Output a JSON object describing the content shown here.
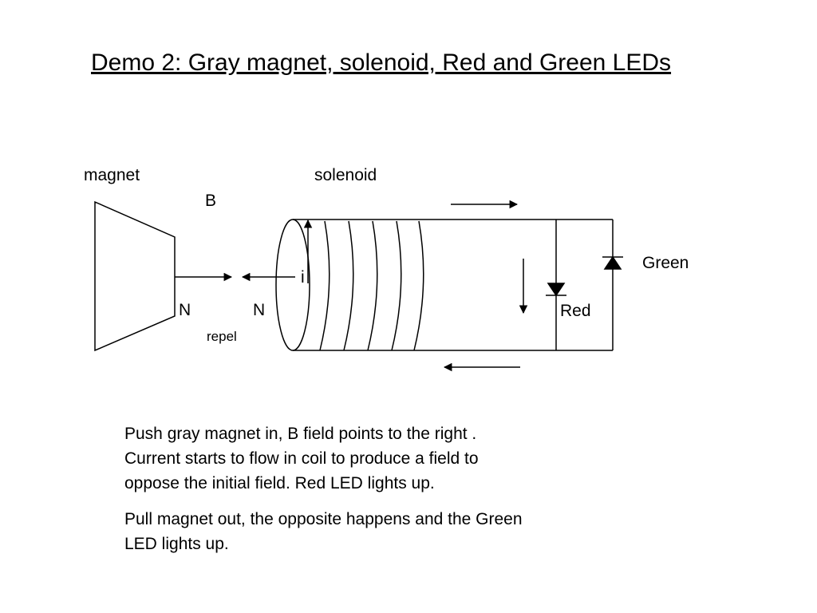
{
  "title": "Demo 2: Gray magnet, solenoid, Red and Green LEDs",
  "diagram": {
    "label_magnet": "magnet",
    "label_solenoid": "solenoid",
    "label_field": "B",
    "label_current": "i",
    "label_magnet_pole": "N",
    "label_coil_pole": "N",
    "label_repel": "repel",
    "label_green_led": "Green",
    "label_red_led": "Red"
  },
  "text": {
    "paragraph_1_line_1": "Push gray magnet in, B field points to the right .",
    "paragraph_1_line_2": "Current starts to flow in coil to produce a field to",
    "paragraph_1_line_3": "oppose the initial field. Red LED lights up.",
    "paragraph_2_line_1": "Pull magnet out, the opposite happens and the Green",
    "paragraph_2_line_2": "LED lights up."
  }
}
